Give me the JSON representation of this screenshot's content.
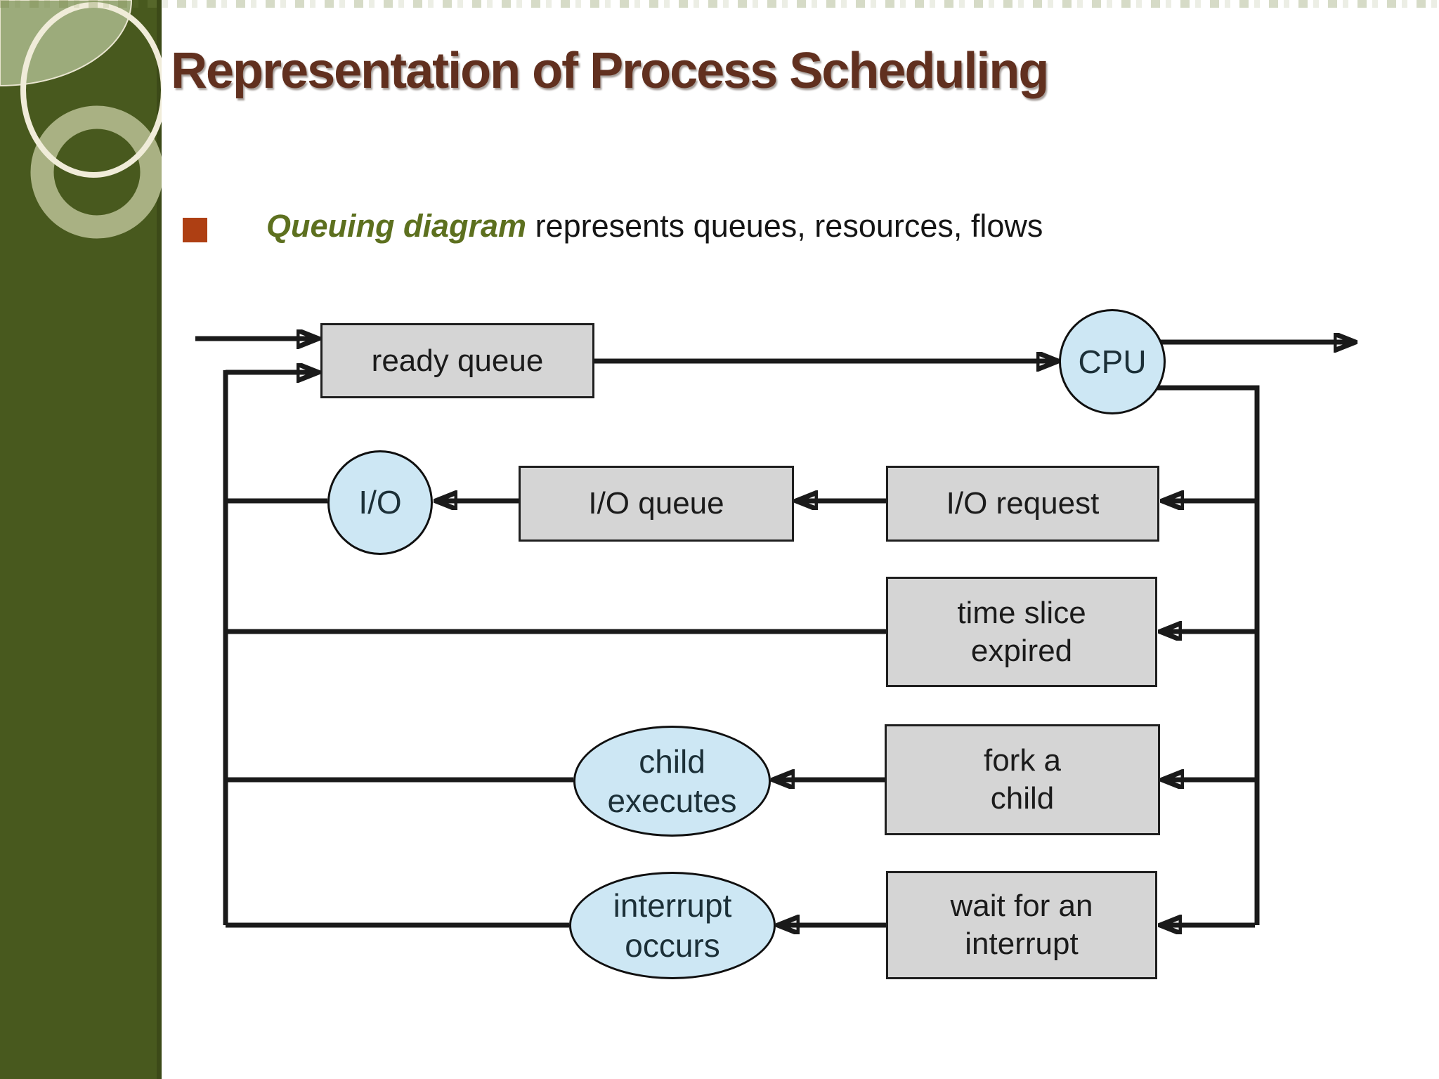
{
  "title": "Representation of Process Scheduling",
  "bullet": {
    "lead": "Queuing diagram",
    "rest": "represents queues, resources, flows"
  },
  "diagram": {
    "nodes": {
      "ready_queue": {
        "line1": "ready queue"
      },
      "cpu": {
        "line1": "CPU"
      },
      "io": {
        "line1": "I/O"
      },
      "io_queue": {
        "line1": "I/O queue"
      },
      "io_request": {
        "line1": "I/O request"
      },
      "time_slice": {
        "line1": "time slice",
        "line2": "expired"
      },
      "child_executes": {
        "line1": "child",
        "line2": "executes"
      },
      "fork_child": {
        "line1": "fork a",
        "line2": "child"
      },
      "interrupt_occurs": {
        "line1": "interrupt",
        "line2": "occurs"
      },
      "wait_interrupt": {
        "line1": "wait for an",
        "line2": "interrupt"
      }
    }
  },
  "colors": {
    "sidebar-green": "#48591e",
    "sidebar-edge": "#3c4a18",
    "sidebar-sage": "#9cab7b",
    "sidebar-cream": "#f0ecd9",
    "sidebar-ring": "#a9b183",
    "title-color": "#61301f",
    "bullet-square": "#ae3f13",
    "bullet-highlight": "#5d701f",
    "box-fill": "#d5d5d5",
    "box-border": "#1f1f1f",
    "oval-fill": "#cde7f4",
    "oval-text": "#1c3038",
    "line-color": "#1a1a1a"
  }
}
